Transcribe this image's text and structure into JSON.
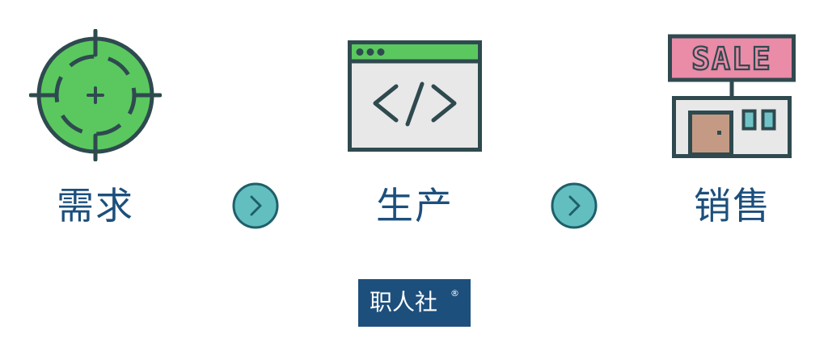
{
  "steps": [
    {
      "label": "需求",
      "icon": "target-icon"
    },
    {
      "label": "生产",
      "icon": "code-window-icon"
    },
    {
      "label": "销售",
      "icon": "sale-store-icon"
    }
  ],
  "arrows": [
    {
      "icon": "chevron-right-icon"
    },
    {
      "icon": "chevron-right-icon"
    }
  ],
  "store_sign": {
    "text": "SALE"
  },
  "logo": {
    "text": "职人社",
    "mark": "®"
  },
  "colors": {
    "green": "#5ac85f",
    "dark_outline": "#2f4a4f",
    "arrow_fill": "#63bfbf",
    "arrow_stroke": "#1e5f6b",
    "label_text": "#1c4f7c",
    "logo_bg": "#1d4f7d",
    "sign_pink": "#ea8ba8",
    "door_tan": "#c49a84",
    "window_teal": "#6fc3c7",
    "panel_gray": "#e8e8e8"
  }
}
